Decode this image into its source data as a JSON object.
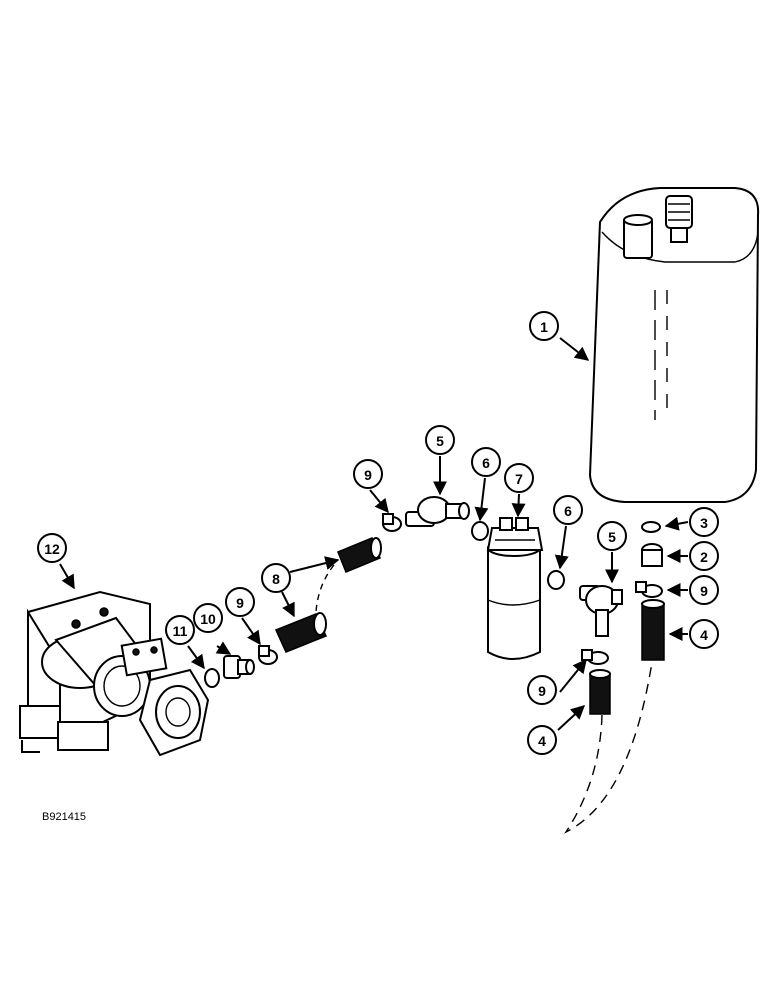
{
  "figure_code": "B921415",
  "callouts": [
    {
      "id": "c1",
      "label": "1"
    },
    {
      "id": "c2",
      "label": "2"
    },
    {
      "id": "c3",
      "label": "3"
    },
    {
      "id": "c4a",
      "label": "4"
    },
    {
      "id": "c4b",
      "label": "4"
    },
    {
      "id": "c5a",
      "label": "5"
    },
    {
      "id": "c5b",
      "label": "5"
    },
    {
      "id": "c6a",
      "label": "6"
    },
    {
      "id": "c6b",
      "label": "6"
    },
    {
      "id": "c7",
      "label": "7"
    },
    {
      "id": "c8",
      "label": "8"
    },
    {
      "id": "c9a",
      "label": "9"
    },
    {
      "id": "c9b",
      "label": "9"
    },
    {
      "id": "c9c",
      "label": "9"
    },
    {
      "id": "c9d",
      "label": "9"
    },
    {
      "id": "c10",
      "label": "10"
    },
    {
      "id": "c11",
      "label": "11"
    },
    {
      "id": "c12",
      "label": "12"
    }
  ]
}
